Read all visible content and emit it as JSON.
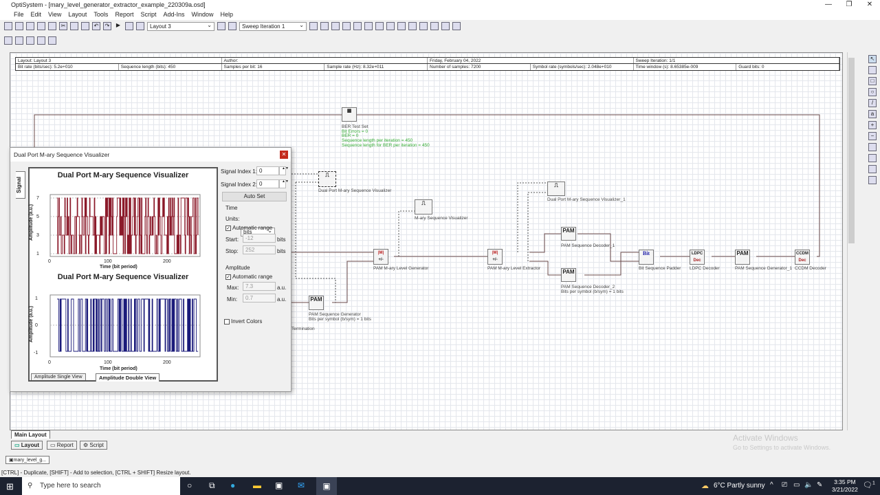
{
  "window": {
    "title": "OptiSystem - [mary_level_generator_extractor_example_220309a.osd]"
  },
  "menu": [
    "File",
    "Edit",
    "View",
    "Layout",
    "Tools",
    "Report",
    "Script",
    "Add-Ins",
    "Window",
    "Help"
  ],
  "toolbar": {
    "layout_select": "Layout 3",
    "sweep_select": "Sweep Iteration 1"
  },
  "info": {
    "row1": [
      "Layout: Layout 3",
      "Author:",
      "Friday, February 04, 2022",
      "Sweep Iteration: 1/1"
    ],
    "row2": [
      "Bit rate (bits/sec):  5.2e+010",
      "Sequence length (bits):  450",
      "Samples per bit:  16",
      "Sample rate (Hz):  8.32e+011",
      "Number of samples:  7200",
      "Symbol rate (symbols/sec):  2.048e+010",
      "Time window (s):  8.65385e-009",
      "Guard bits:  0"
    ]
  },
  "components": {
    "ber": {
      "name": "BER Test Set",
      "results": [
        "Bit Errors = 0",
        "BER = 0",
        "Sequence length per iteration = 450",
        "Sequence length for BER per iteration = 450"
      ]
    },
    "dpvis": "Dual Port M-ary Sequence Visualizer",
    "mvis": "M-ary Sequence Visualizer",
    "gen": "PAM M-ary Level Generator",
    "ext": "PAM M-ary Level Extractor",
    "dpvis1": "Dual Port M-ary Sequence Visualizer_1",
    "dec1": "PAM Sequence Decoder_1",
    "dec2": "PAM Sequence Decoder_2",
    "dec2_param": "Bits per symbol (b/sym) = 1  bits",
    "padder": "Bit Sequence Padder",
    "ldpc": "LDPC Decoder",
    "pamgen1": "PAM Sequence Generator_1",
    "ccdm": "CCDM Decoder",
    "pamgen": "PAM Sequence Generator",
    "pamgen_param": "Bits per symbol (b/sym) = 1  bits",
    "term": "Termination",
    "icons": {
      "pam": "PAM",
      "ldpc": "LDPC",
      "ccdm": "CCDM",
      "dec": "Dec",
      "bit": "Bit",
      "M": "M",
      "IMI": "|M|",
      "pm": "+/-"
    }
  },
  "dialog": {
    "title": "Dual Port M-ary Sequence Visualizer",
    "side_tab": "Signal",
    "plot1": {
      "title": "Dual Port M-ary Sequence Visualizer",
      "ylabel": "Amplitude (a.u.)",
      "xlabel": "Time (bit period)",
      "yticks": [
        "7",
        "5",
        "3",
        "1"
      ],
      "xticks": [
        "0",
        "100",
        "200"
      ],
      "color": "#8b1a2a"
    },
    "plot2": {
      "title": "Dual Port M-ary Sequence Visualizer",
      "ylabel": "Amplitude (a.u.)",
      "xlabel": "Time (bit period)",
      "yticks": [
        "1",
        "0",
        "-1"
      ],
      "xticks": [
        "0",
        "100",
        "200"
      ],
      "color": "#1a1a7a"
    },
    "view_tabs": [
      "Amplitude Single View",
      "Amplitude Double View"
    ],
    "signal_index1_label": "Signal Index 1:",
    "signal_index1": "0",
    "signal_index2_label": "Signal Index 2:",
    "signal_index2": "0",
    "auto_set": "Auto Set",
    "time_group": "Time",
    "units_label": "Units:",
    "units": "bits",
    "auto_range": "Automatic range",
    "start_label": "Start:",
    "start": "-12",
    "stop_label": "Stop:",
    "stop": "252",
    "bits": "bits",
    "amp_group": "Amplitude",
    "amp_auto": "Automatic range",
    "max_label": "Max:",
    "max": "7.3",
    "min_label": "Min:",
    "min": "0.7",
    "au": "a.u.",
    "invert": "Invert Colors"
  },
  "tabs": {
    "main_layout": "Main Layout",
    "layout": "Layout",
    "report": "Report",
    "script": "Script",
    "doc": "mary_level_g..."
  },
  "status": "[CTRL] - Duplicate, [SHIFT] - Add to selection, [CTRL + SHIFT] Resize layout.",
  "watermark": {
    "line1": "Activate Windows",
    "line2": "Go to Settings to activate Windows."
  },
  "taskbar": {
    "search_placeholder": "Type here to search",
    "weather": "6°C  Partly sunny",
    "time": "3:35 PM",
    "date": "3/21/2022",
    "notif": "1"
  }
}
